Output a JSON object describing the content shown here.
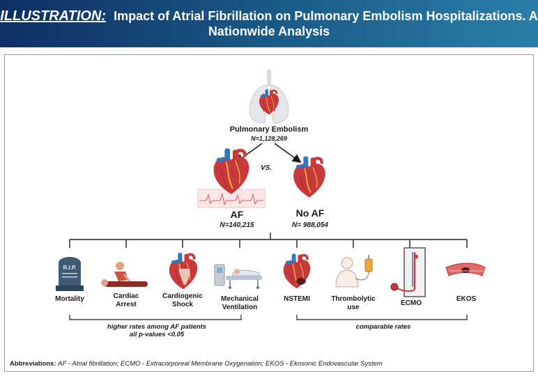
{
  "header": {
    "prefix": "ILLUSTRATION:",
    "title_line1": "Impact of Atrial Fibrillation on Pulmonary Embolism Hospitalizations. A",
    "title_line2": "Nationwide Analysis"
  },
  "root": {
    "label": "Pulmonary Embolism",
    "n": "N=1,128,269",
    "icon": "lungs-heart-icon"
  },
  "comparison": {
    "vs": "VS.",
    "af": {
      "label": "AF",
      "n": "N=140,215",
      "icon": "heart-ecg-icon"
    },
    "no_af": {
      "label": "No AF",
      "n": "N= 988,054",
      "icon": "heart-icon"
    }
  },
  "outcomes": [
    {
      "label": "Mortality",
      "icon": "tombstone-icon",
      "stone_text": "R.I.P."
    },
    {
      "label": "Cardiac Arrest",
      "icon": "cpr-icon"
    },
    {
      "label": "Cardiogenic Shock",
      "icon": "heart-section-icon"
    },
    {
      "label": "Mechanical Ventilation",
      "icon": "hospital-bed-icon"
    },
    {
      "label": "NSTEMI",
      "icon": "infarct-heart-icon"
    },
    {
      "label": "Thrombolytic use",
      "icon": "iv-patient-icon"
    },
    {
      "label": "ECMO",
      "icon": "ecmo-icon"
    },
    {
      "label": "EKOS",
      "icon": "vessel-clot-icon"
    }
  ],
  "groups": {
    "higher": {
      "line1": "higher rates among AF patients",
      "line2": "all p-values <0.05"
    },
    "comparable": {
      "line1": "comparable rates"
    }
  },
  "abbreviations": {
    "label": "Abbreviations:",
    "text": "AF - Atrial fibrillation; ECMO - Extracorporeal Membrane Oxygenation; EKOS - Ekosonic Endovascular System"
  },
  "colors": {
    "header_dark": "#0e2f63",
    "header_light": "#2a7ea8",
    "heart_red": "#c8393b",
    "vessel_blue": "#2f78c4"
  }
}
